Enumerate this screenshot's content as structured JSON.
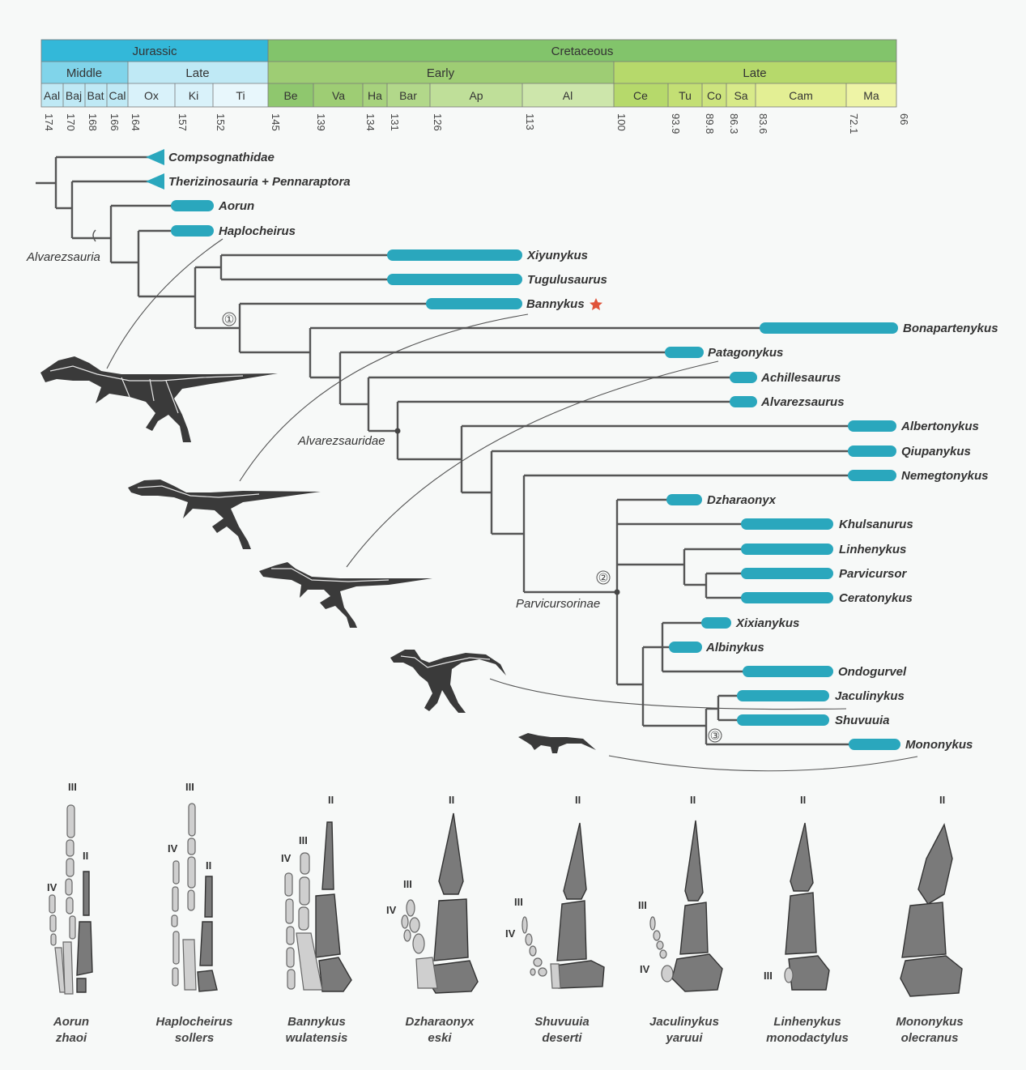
{
  "colors": {
    "jurassic": "#33b8d9",
    "jurassic_epoch": "#80d4ea",
    "jurassic_stage": "#bfe9f5",
    "cretaceous": "#82c46b",
    "early_cret": "#9ecd74",
    "late_cret": "#b6d96b",
    "range_bar": "#2aa7bd",
    "star": "#e0533a"
  },
  "periods": [
    {
      "label": "Jurassic"
    },
    {
      "label": "Cretaceous"
    }
  ],
  "epochs": [
    {
      "label": "Middle"
    },
    {
      "label": "Late"
    },
    {
      "label": "Early"
    },
    {
      "label": "Late"
    }
  ],
  "stages": [
    {
      "label": "Aal"
    },
    {
      "label": "Baj"
    },
    {
      "label": "Bat"
    },
    {
      "label": "Cal"
    },
    {
      "label": "Ox"
    },
    {
      "label": "Ki"
    },
    {
      "label": "Ti"
    },
    {
      "label": "Be"
    },
    {
      "label": "Va"
    },
    {
      "label": "Ha"
    },
    {
      "label": "Bar"
    },
    {
      "label": "Ap"
    },
    {
      "label": "Al"
    },
    {
      "label": "Ce"
    },
    {
      "label": "Tu"
    },
    {
      "label": "Co"
    },
    {
      "label": "Sa"
    },
    {
      "label": "Cam"
    },
    {
      "label": "Ma"
    }
  ],
  "ages": [
    "174",
    "170",
    "168",
    "166",
    "164",
    "157",
    "152",
    "145",
    "139",
    "134",
    "131",
    "126",
    "113",
    "100",
    "93.9",
    "89.8",
    "86.3",
    "83.6",
    "72.1",
    "66"
  ],
  "taxa": [
    "Compsognathidae",
    "Therizinosauria + Pennaraptora",
    "Aorun",
    "Haplocheirus",
    "Xiyunykus",
    "Tugulusaurus",
    "Bannykus",
    "Bonapartenykus",
    "Patagonykus",
    "Achillesaurus",
    "Alvarezsaurus",
    "Albertonykus",
    "Qiupanykus",
    "Nemegtonykus",
    "Dzharaonyx",
    "Khulsanurus",
    "Linhenykus",
    "Parvicursor",
    "Ceratonykus",
    "Xixianykus",
    "Albinykus",
    "Ondogurvel",
    "Jaculinykus",
    "Shuvuuia",
    "Mononykus"
  ],
  "clades": [
    "Alvarezsauria",
    "Alvarezsauridae",
    "Parvicursorinae"
  ],
  "node_markers": [
    "①",
    "②",
    "③"
  ],
  "hand_species": [
    {
      "genus": "Aorun",
      "species": "zhaoi"
    },
    {
      "genus": "Haplocheirus",
      "species": "sollers"
    },
    {
      "genus": "Bannykus",
      "species": "wulatensis"
    },
    {
      "genus": "Dzharaonyx",
      "species": "eski"
    },
    {
      "genus": "Shuvuuia",
      "species": "deserti"
    },
    {
      "genus": "Jaculinykus",
      "species": "yaruui"
    },
    {
      "genus": "Linhenykus",
      "species": "monodactylus"
    },
    {
      "genus": "Mononykus",
      "species": "olecranus"
    }
  ],
  "digits": [
    "II",
    "III",
    "IV"
  ]
}
